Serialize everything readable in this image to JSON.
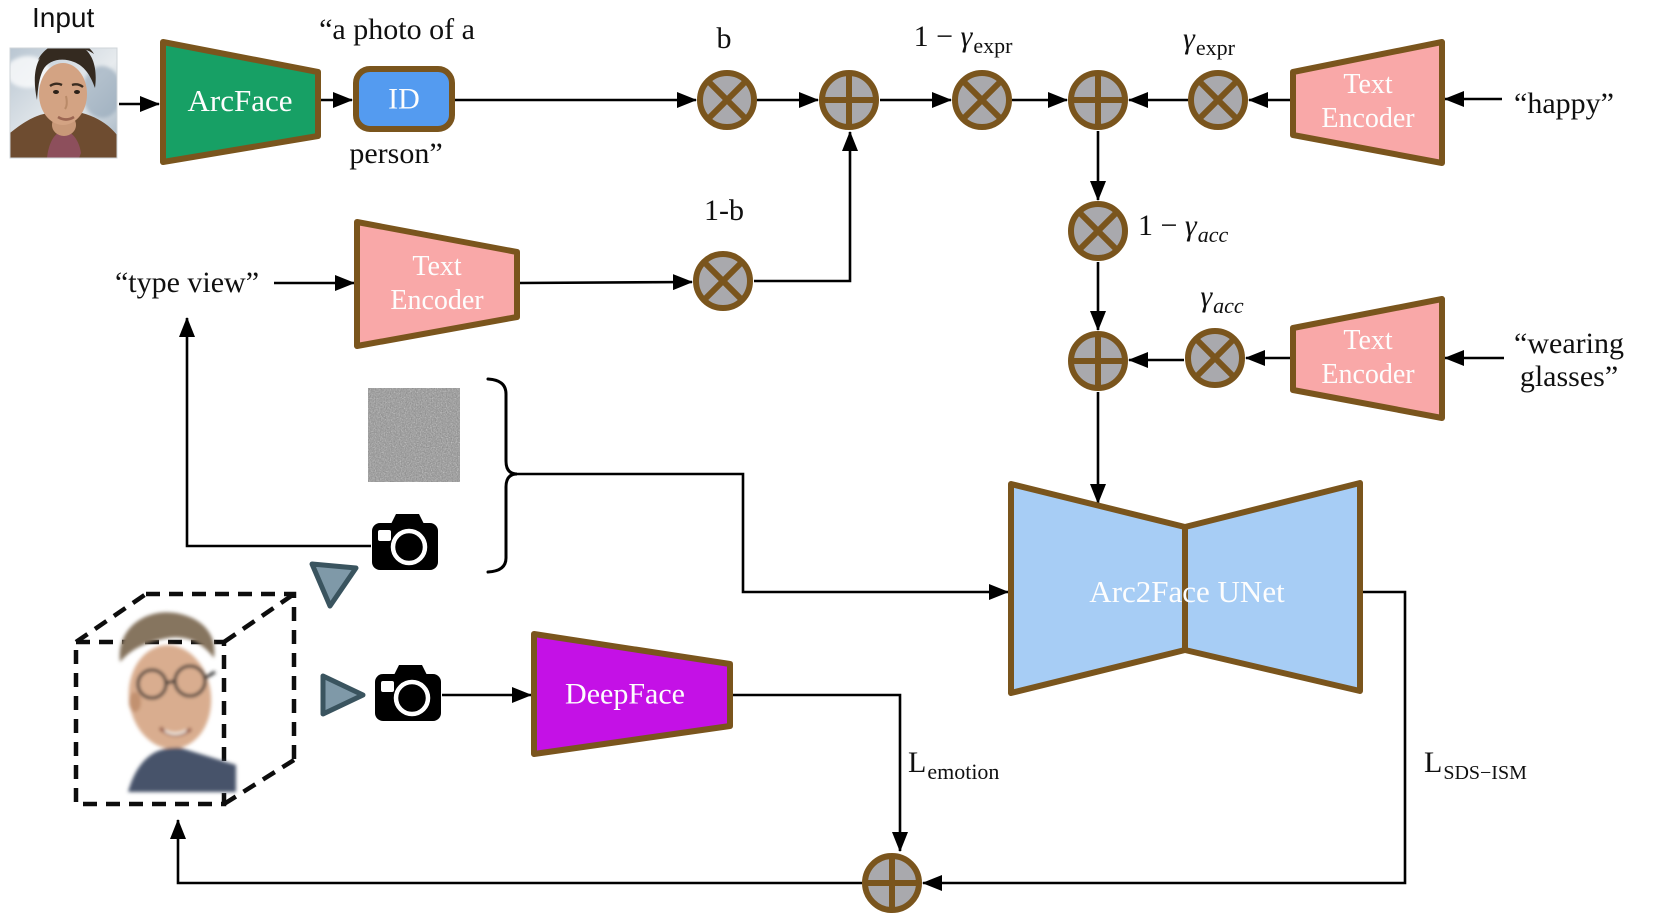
{
  "colors": {
    "canvas_bg": "#ffffff",
    "line": "#000000",
    "border_brown": "#7a551d",
    "node_gray": "#a9a9ad",
    "arcface_green": "#17a065",
    "id_blue": "#549bf0",
    "encoder_pink": "#f9a8a8",
    "unet_blue": "#a7cdf5",
    "deepface_magenta": "#c411e6",
    "cone_fill": "#7f99a8",
    "cone_stroke": "#3a545f"
  },
  "labels": {
    "input": "Input",
    "prompt_prefix": "“a photo of a",
    "prompt_suffix": "person”",
    "type_view": "“type view”",
    "happy": "“happy”",
    "wearing_line1": "“wearing",
    "wearing_line2": "glasses”"
  },
  "blocks": {
    "arcface": "ArcFace",
    "id": "ID",
    "text_encoder_line1": "Text",
    "text_encoder_line2": "Encoder",
    "unet": "Arc2Face UNet",
    "deepface": "DeepFace"
  },
  "math": {
    "b": "b",
    "one_minus_b": "1-b",
    "one_minus": "1 − ",
    "gamma": "γ",
    "expr": "expr",
    "acc": "acc",
    "loss": "L",
    "emotion": "emotion",
    "sds_ism": "SDS−ISM"
  }
}
